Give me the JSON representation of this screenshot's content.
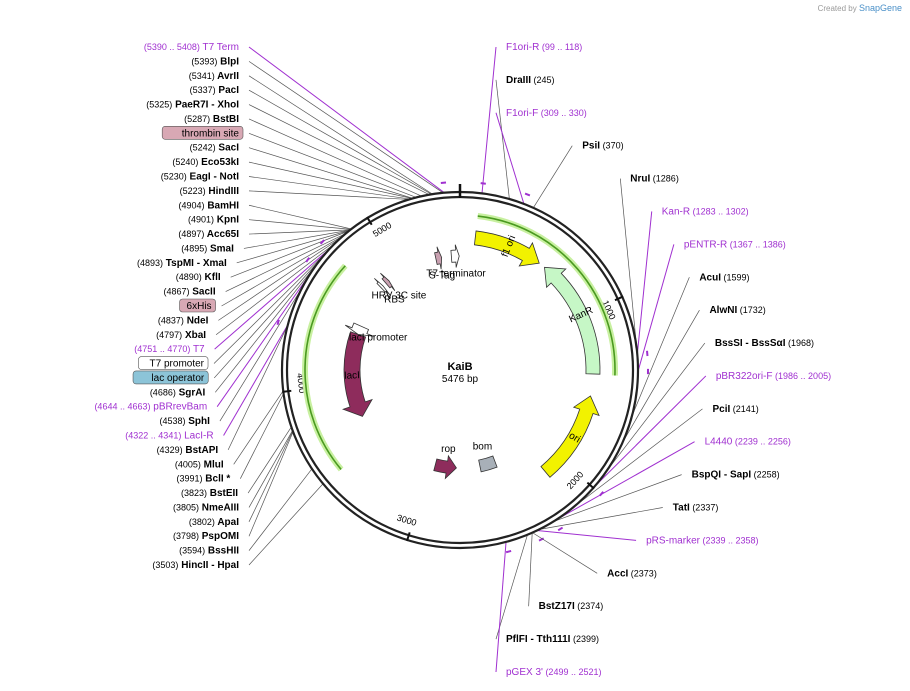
{
  "credit": {
    "prefix": "Created by",
    "brand": "SnapGene"
  },
  "plasmid": {
    "name": "KaiB",
    "length_label": "5476 bp",
    "length": 5476
  },
  "ticks": [
    {
      "label": "1000",
      "pos": 1000
    },
    {
      "label": "2000",
      "pos": 2000
    },
    {
      "label": "3000",
      "pos": 3000
    },
    {
      "label": "4000",
      "pos": 4000
    },
    {
      "label": "5000",
      "pos": 5000
    }
  ],
  "sites": [
    {
      "id": "blpi",
      "name": "BlpI",
      "pos": "(5393)",
      "bp": 5393
    },
    {
      "id": "avrii",
      "name": "AvrII",
      "pos": "(5341)",
      "bp": 5341
    },
    {
      "id": "paci",
      "name": "PacI",
      "pos": "(5337)",
      "bp": 5337
    },
    {
      "id": "paer7i",
      "name": "PaeR7I",
      "name2": "- XhoI",
      "pos": "(5325)",
      "bp": 5325
    },
    {
      "id": "bstbi",
      "name": "BstBI",
      "pos": "(5287)",
      "bp": 5287
    },
    {
      "id": "saci",
      "name": "SacI",
      "pos": "(5242)",
      "bp": 5242
    },
    {
      "id": "eco53ki",
      "name": "Eco53kI",
      "pos": "(5240)",
      "bp": 5240
    },
    {
      "id": "eagi",
      "name": "EagI",
      "name2": "- NotI",
      "pos": "(5230)",
      "bp": 5230
    },
    {
      "id": "hindiii",
      "name": "HindIII",
      "pos": "(5223)",
      "bp": 5223
    },
    {
      "id": "bamhi",
      "name": "BamHI",
      "pos": "(4904)",
      "bp": 4904
    },
    {
      "id": "kpni",
      "name": "KpnI",
      "pos": "(4901)",
      "bp": 4901
    },
    {
      "id": "acc65i",
      "name": "Acc65I",
      "pos": "(4897)",
      "bp": 4897
    },
    {
      "id": "smai",
      "name": "SmaI",
      "pos": "(4895)",
      "bp": 4895
    },
    {
      "id": "tspmi",
      "name": "TspMI",
      "name2": "- XmaI",
      "pos": "(4893)",
      "bp": 4893
    },
    {
      "id": "kfli",
      "name": "KflI",
      "pos": "(4890)",
      "bp": 4890
    },
    {
      "id": "sacii",
      "name": "SacII",
      "pos": "(4867)",
      "bp": 4867
    },
    {
      "id": "ndei",
      "name": "NdeI",
      "pos": "(4837)",
      "bp": 4837
    },
    {
      "id": "xbai",
      "name": "XbaI",
      "pos": "(4797)",
      "bp": 4797
    },
    {
      "id": "sgrai",
      "name": "SgrAI",
      "pos": "(4686)",
      "bp": 4686
    },
    {
      "id": "sphi",
      "name": "SphI",
      "pos": "(4538)",
      "bp": 4538
    },
    {
      "id": "bstapi",
      "name": "BstAPI",
      "pos": "(4329)",
      "bp": 4329
    },
    {
      "id": "mlui",
      "name": "MluI",
      "pos": "(4005)",
      "bp": 4005
    },
    {
      "id": "bcli",
      "name": "BclI *",
      "pos": "(3991)",
      "bp": 3991
    },
    {
      "id": "bsteii",
      "name": "BstEII",
      "pos": "(3823)",
      "bp": 3823
    },
    {
      "id": "nmeaiii",
      "name": "NmeAIII",
      "pos": "(3805)",
      "bp": 3805
    },
    {
      "id": "apai",
      "name": "ApaI",
      "pos": "(3802)",
      "bp": 3802
    },
    {
      "id": "pspomi",
      "name": "PspOMI",
      "pos": "(3798)",
      "bp": 3798
    },
    {
      "id": "bsshii",
      "name": "BssHII",
      "pos": "(3594)",
      "bp": 3594
    },
    {
      "id": "hincii",
      "name": "HincII",
      "name2": "- HpaI",
      "pos": "(3503)",
      "bp": 3503
    },
    {
      "id": "draiii",
      "name": "DraIII",
      "pos": "(245)",
      "bp": 245
    },
    {
      "id": "psii",
      "name": "PsiI",
      "pos": "(370)",
      "bp": 370
    },
    {
      "id": "nrui",
      "name": "NruI",
      "pos": "(1286)",
      "bp": 1286
    },
    {
      "id": "acui",
      "name": "AcuI",
      "pos": "(1599)",
      "bp": 1599
    },
    {
      "id": "alwni",
      "name": "AlwNI",
      "pos": "(1732)",
      "bp": 1732
    },
    {
      "id": "bsssi",
      "name": "BssSI",
      "name2": "- BssSαI",
      "pos": "(1968)",
      "bp": 1968
    },
    {
      "id": "pcii",
      "name": "PciI",
      "pos": "(2141)",
      "bp": 2141
    },
    {
      "id": "bspqi",
      "name": "BspQI",
      "name2": "- SapI",
      "pos": "(2258)",
      "bp": 2258
    },
    {
      "id": "tati",
      "name": "TatI",
      "pos": "(2337)",
      "bp": 2337
    },
    {
      "id": "acci",
      "name": "AccI",
      "pos": "(2373)",
      "bp": 2373
    },
    {
      "id": "bstz17i",
      "name": "BstZ17I",
      "pos": "(2374)",
      "bp": 2374
    },
    {
      "id": "pflfi",
      "name": "PflFI",
      "name2": "- Tth111I",
      "pos": "(2399)",
      "bp": 2399
    }
  ],
  "primers": [
    {
      "id": "t7term",
      "name": "T7 Term",
      "pos": "(5390 .. 5408)",
      "bp": 5399
    },
    {
      "id": "f1orir",
      "name": "F1ori-R",
      "pos": "(99 .. 118)",
      "bp": 108
    },
    {
      "id": "f1orif",
      "name": "F1ori-F",
      "pos": "(309 .. 330)",
      "bp": 320
    },
    {
      "id": "t7",
      "name": "T7",
      "pos": "(4751 .. 4770)",
      "bp": 4760
    },
    {
      "id": "pbrrevbam",
      "name": "pBRrevBam",
      "pos": "(4644 .. 4663)",
      "bp": 4653
    },
    {
      "id": "lacir",
      "name": "LacI-R",
      "pos": "(4322 .. 4341)",
      "bp": 4331
    },
    {
      "id": "kanr",
      "name": "Kan-R",
      "pos": "(1283 .. 1302)",
      "bp": 1292
    },
    {
      "id": "pentrr",
      "name": "pENTR-R",
      "pos": "(1367 .. 1386)",
      "bp": 1376
    },
    {
      "id": "pbr322orif",
      "name": "pBR322ori-F",
      "pos": "(1986 .. 2005)",
      "bp": 1995
    },
    {
      "id": "l4440",
      "name": "L4440",
      "pos": "(2239 .. 2256)",
      "bp": 2247
    },
    {
      "id": "prsmarker",
      "name": "pRS-marker",
      "pos": "(2339 .. 2358)",
      "bp": 2348
    },
    {
      "id": "pgex3",
      "name": "pGEX 3'",
      "pos": "(2499 .. 2521)",
      "bp": 2510
    }
  ],
  "boxed": [
    {
      "id": "thrombin",
      "name": "thrombin site",
      "color": "#d8a8b4",
      "bp": 5260
    },
    {
      "id": "sixhis",
      "name": "6xHis",
      "color": "#d8a8b4",
      "bp": 4850
    },
    {
      "id": "lacop",
      "name": "lac operator",
      "color": "#8cc4d8",
      "bp": 4725
    },
    {
      "id": "t7prom",
      "name": "T7 promoter",
      "color": "#ffffff",
      "bp": 4745
    }
  ],
  "features": [
    {
      "id": "f1ori",
      "name": "f1 ori",
      "color": "#f2f200",
      "start": 100,
      "end": 556,
      "dir": 1
    },
    {
      "id": "kanr",
      "name": "KanR",
      "color": "#c6f7c6",
      "start": 600,
      "end": 1395,
      "dir": -1
    },
    {
      "id": "ori",
      "name": "ori",
      "color": "#f2f200",
      "start": 1540,
      "end": 2130,
      "dir": -1
    },
    {
      "id": "laci",
      "name": "lacI",
      "color": "#8e2c5c",
      "start": 3720,
      "end": 4400,
      "dir": -1
    },
    {
      "id": "t7terminator",
      "name": "T7 terminator",
      "color": "#ffffff",
      "start": 5410,
      "end": 5470,
      "dir": 1
    },
    {
      "id": "stag",
      "name": "S-Tag",
      "color": "#c8a0b0",
      "start": 5290,
      "end": 5335,
      "dir": 1
    },
    {
      "id": "rbs",
      "name": "RBS",
      "color": "#ffffff",
      "start": 4810,
      "end": 4830,
      "dir": 1
    },
    {
      "id": "hrv3c",
      "name": "HRV 3C site",
      "color": "#c8a0b0",
      "start": 4860,
      "end": 4890,
      "dir": 1
    },
    {
      "id": "lacipromoter",
      "name": "lacI promoter",
      "color": "#ffffff",
      "start": 4400,
      "end": 4470,
      "dir": -1
    },
    {
      "id": "rop",
      "name": "rop",
      "color": "#8e2c5c",
      "start": 2770,
      "end": 2960,
      "dir": -1
    },
    {
      "id": "bom",
      "name": "bom",
      "color": "#a8b0b8",
      "start": 2420,
      "end": 2560,
      "dir": 0
    }
  ],
  "green_arcs": [
    {
      "start": 100,
      "end": 1400,
      "dir": -1
    },
    {
      "start": 3500,
      "end": 4750,
      "dir": -1
    }
  ]
}
